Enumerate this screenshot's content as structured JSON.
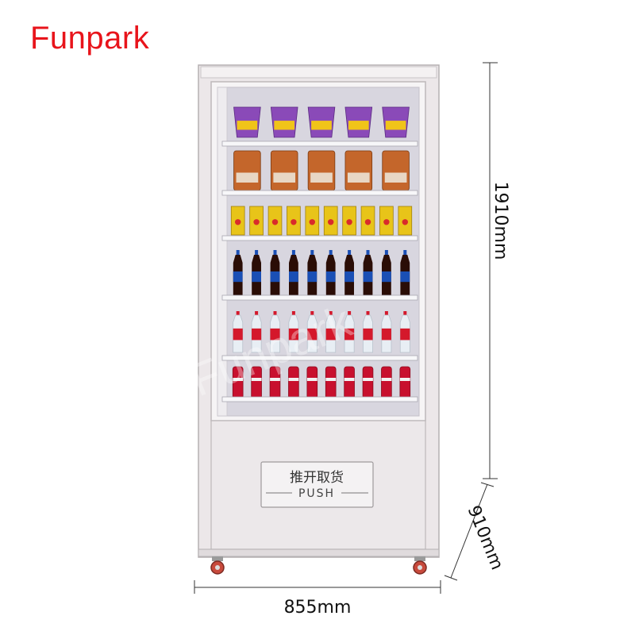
{
  "brand": {
    "name": "Funpark",
    "color": "#e8141b"
  },
  "dimensions": {
    "height": "1910mm",
    "width": "855mm",
    "depth": "910mm"
  },
  "door": {
    "label_cn": "推开取货",
    "label_en": "PUSH"
  },
  "watermark": "Funpark",
  "shelves": [
    {
      "product": "cup-noodles",
      "count": 5,
      "colors": [
        "#8a4ab8",
        "#f0c419"
      ]
    },
    {
      "product": "sausage-snack",
      "count": 5,
      "colors": [
        "#c4662b",
        "#e8d7c4"
      ]
    },
    {
      "product": "yellow-snack-box",
      "count": 10,
      "colors": [
        "#e8c419",
        "#d92b2b"
      ]
    },
    {
      "product": "cola-bottle",
      "count": 10,
      "colors": [
        "#2a0d06",
        "#1a4fb5"
      ]
    },
    {
      "product": "water-bottle",
      "count": 10,
      "colors": [
        "#e8eef4",
        "#d4182b"
      ]
    },
    {
      "product": "soda-can",
      "count": 10,
      "colors": [
        "#c8102e",
        "#f2f2f2"
      ]
    }
  ]
}
